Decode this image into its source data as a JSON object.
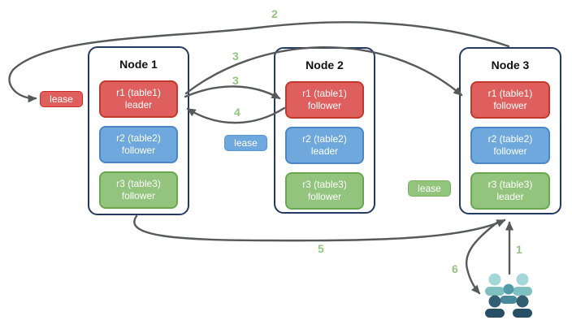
{
  "nodes": [
    {
      "title": "Node 1",
      "replicas": [
        {
          "name": "r1 (table1)",
          "role": "leader"
        },
        {
          "name": "r2 (table2)",
          "role": "follower"
        },
        {
          "name": "r3 (table3)",
          "role": "follower"
        }
      ]
    },
    {
      "title": "Node 2",
      "replicas": [
        {
          "name": "r1 (table1)",
          "role": "follower"
        },
        {
          "name": "r2 (table2)",
          "role": "leader"
        },
        {
          "name": "r3 (table3)",
          "role": "follower"
        }
      ]
    },
    {
      "title": "Node 3",
      "replicas": [
        {
          "name": "r1 (table1)",
          "role": "follower"
        },
        {
          "name": "r2 (table2)",
          "role": "follower"
        },
        {
          "name": "r3 (table3)",
          "role": "leader"
        }
      ]
    }
  ],
  "leases": [
    {
      "label": "lease",
      "color": "#df5f5f"
    },
    {
      "label": "lease",
      "color": "#6fa8dc"
    },
    {
      "label": "lease",
      "color": "#93c47d"
    }
  ],
  "steps": {
    "one": "1",
    "two": "2",
    "three_a": "3",
    "three_b": "3",
    "four": "4",
    "five": "5",
    "six": "6"
  },
  "icons": {
    "users": "users-group-icon"
  },
  "colors": {
    "node_border": "#233a63",
    "replica_red_fill": "#df5f5f",
    "replica_red_border": "#c0392b",
    "replica_blue_fill": "#6fa8dc",
    "replica_blue_border": "#4a86c8",
    "replica_green_fill": "#93c47d",
    "replica_green_border": "#6aa84f",
    "arrow": "#58595b",
    "step_number": "#93c47d",
    "people_back": "#a4d7d7",
    "people_middle": "#4f93a3",
    "people_front": "#2e5a6e"
  }
}
